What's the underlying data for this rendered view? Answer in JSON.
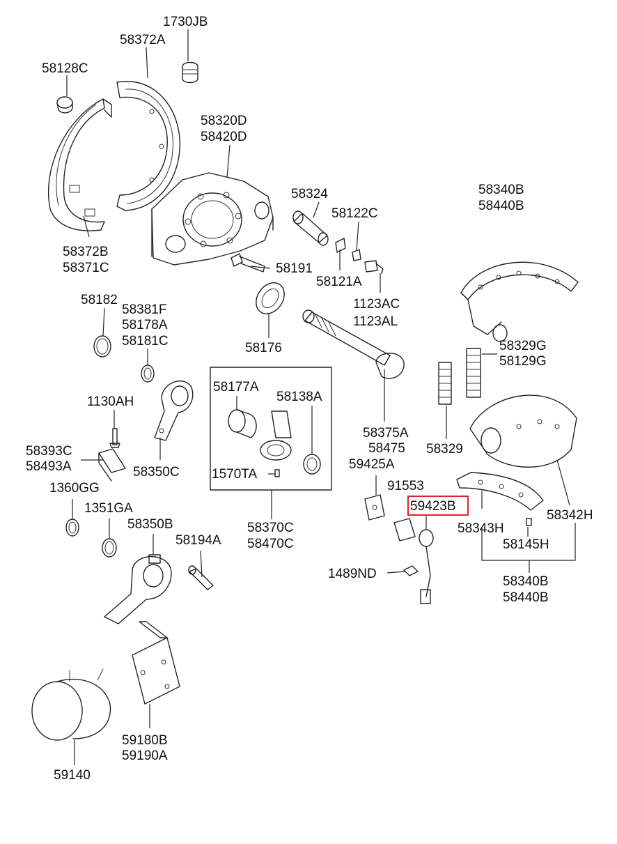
{
  "labels": {
    "l_1730JB": "1730JB",
    "l_58372A": "58372A",
    "l_58128C": "58128C",
    "l_58320D": "58320D",
    "l_58420D": "58420D",
    "l_58324": "58324",
    "l_58122C": "58122C",
    "l_58340B_top": "58340B",
    "l_58440B_top": "58440B",
    "l_58372B": "58372B",
    "l_58371C": "58371C",
    "l_58191": "58191",
    "l_58121A": "58121A",
    "l_1123AC": "1123AC",
    "l_1123AL": "1123AL",
    "l_58182": "58182",
    "l_58381F": "58381F",
    "l_58178A": "58178A",
    "l_58181C": "58181C",
    "l_58176": "58176",
    "l_58329G": "58329G",
    "l_58129G": "58129G",
    "l_58177A": "58177A",
    "l_58138A": "58138A",
    "l_1130AH": "1130AH",
    "l_58375A": "58375A",
    "l_58475": "58475",
    "l_58329": "58329",
    "l_58393C": "58393C",
    "l_58493A": "58493A",
    "l_58350C": "58350C",
    "l_1570TA": "1570TA",
    "l_59425A": "59425A",
    "l_91553": "91553",
    "l_1360GG": "1360GG",
    "l_1351GA": "1351GA",
    "l_58350B": "58350B",
    "l_59423B": "59423B",
    "l_58343H": "58343H",
    "l_58342H": "58342H",
    "l_58194A": "58194A",
    "l_58370C": "58370C",
    "l_58470C": "58470C",
    "l_58145H": "58145H",
    "l_1489ND": "1489ND",
    "l_58340B_bot": "58340B",
    "l_58440B_bot": "58440B",
    "l_59180B": "59180B",
    "l_59190A": "59190A",
    "l_59140": "59140"
  },
  "highlight": {
    "part": "59423B",
    "color": "#d8262b"
  }
}
